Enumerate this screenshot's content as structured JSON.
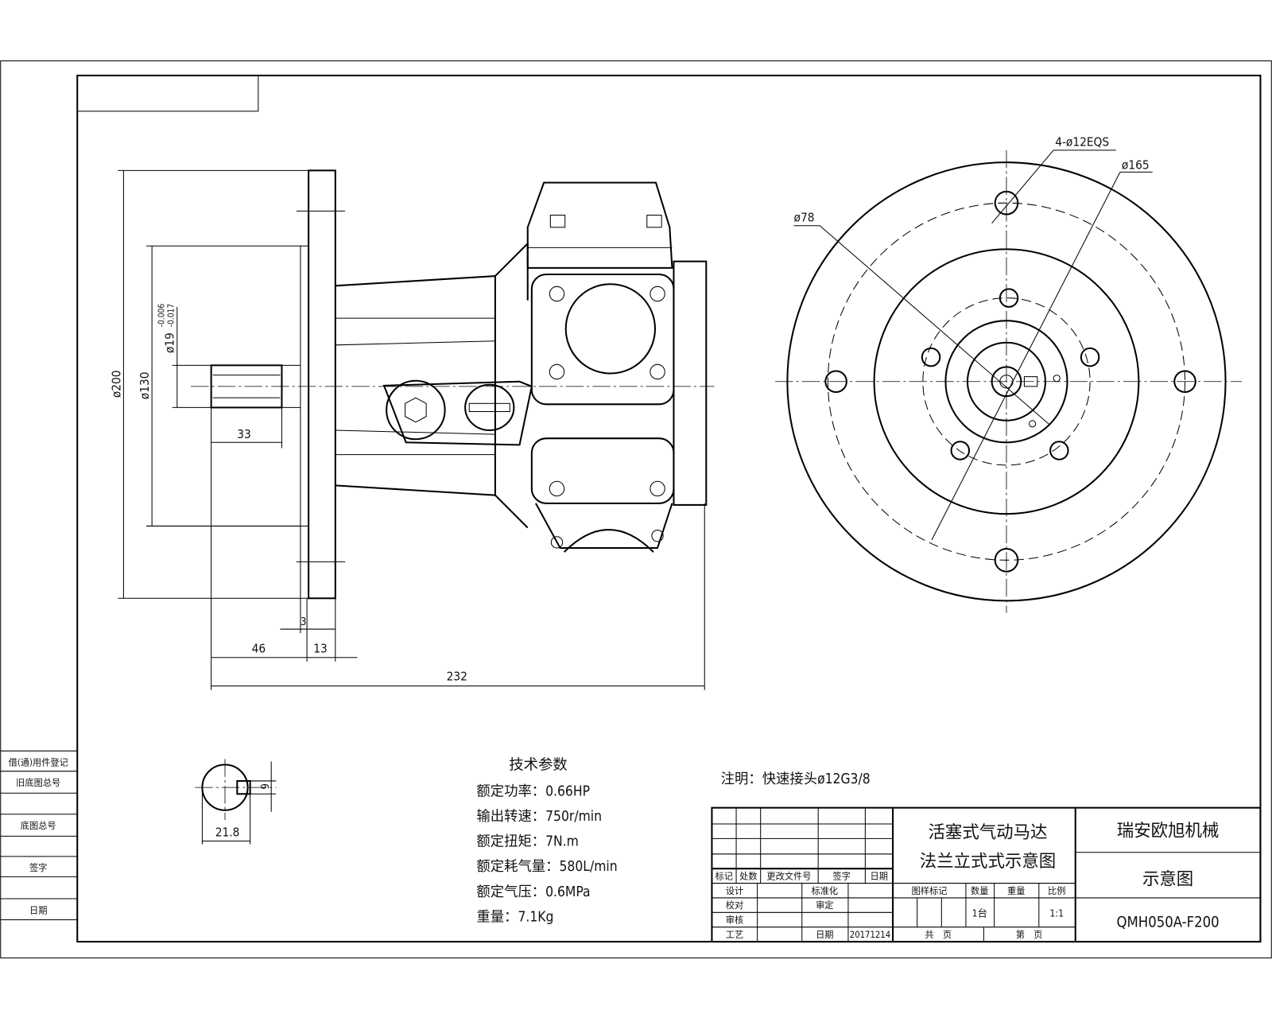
{
  "dimensions": {
    "phi200": "ø200",
    "phi130": "ø130",
    "phi19": "ø19",
    "phi19_tol_upper": "-0.006",
    "phi19_tol_lower": "-0.017",
    "shaft_len": "33",
    "d46": "46",
    "d13": "13",
    "d3": "3",
    "total_len": "232",
    "holes": "4-ø12EQS",
    "phi165": "ø165",
    "phi78": "ø78",
    "key_width": "6",
    "key_depth": "21.8"
  },
  "tech_params": {
    "title": "技术参数",
    "items": [
      "额定功率：0.66HP",
      "输出转速：750r/min",
      "额定扭矩：7N.m",
      "额定耗气量：580L/min",
      "额定气压：0.6MPa",
      "重量：7.1Kg"
    ]
  },
  "note": "注明：快速接头ø12G3/8",
  "title_block": {
    "product_name_1": "活塞式气动马达",
    "product_name_2": "法兰立式式示意图",
    "company": "瑞安欧旭机械",
    "drawing_type": "示意图",
    "model": "QMH050A-F200",
    "rev_headers": [
      "标记",
      "处数",
      "更改文件号",
      "签字",
      "日期"
    ],
    "design": "设计",
    "standardize": "标准化",
    "check": "校对",
    "review": "审定",
    "audit": "审核",
    "process": "工艺",
    "date_label": "日期",
    "date": "20171214",
    "stage_mark": "图样标记",
    "qty_label": "数量",
    "weight_label": "重量",
    "scale_label": "比例",
    "qty": "1台",
    "scale": "1:1",
    "total_sheets": "共　页",
    "sheet_no": "第　页"
  },
  "side_panel": [
    "借(通)用件登记",
    "旧底图总号",
    "底图总号",
    "签字",
    "日期"
  ]
}
